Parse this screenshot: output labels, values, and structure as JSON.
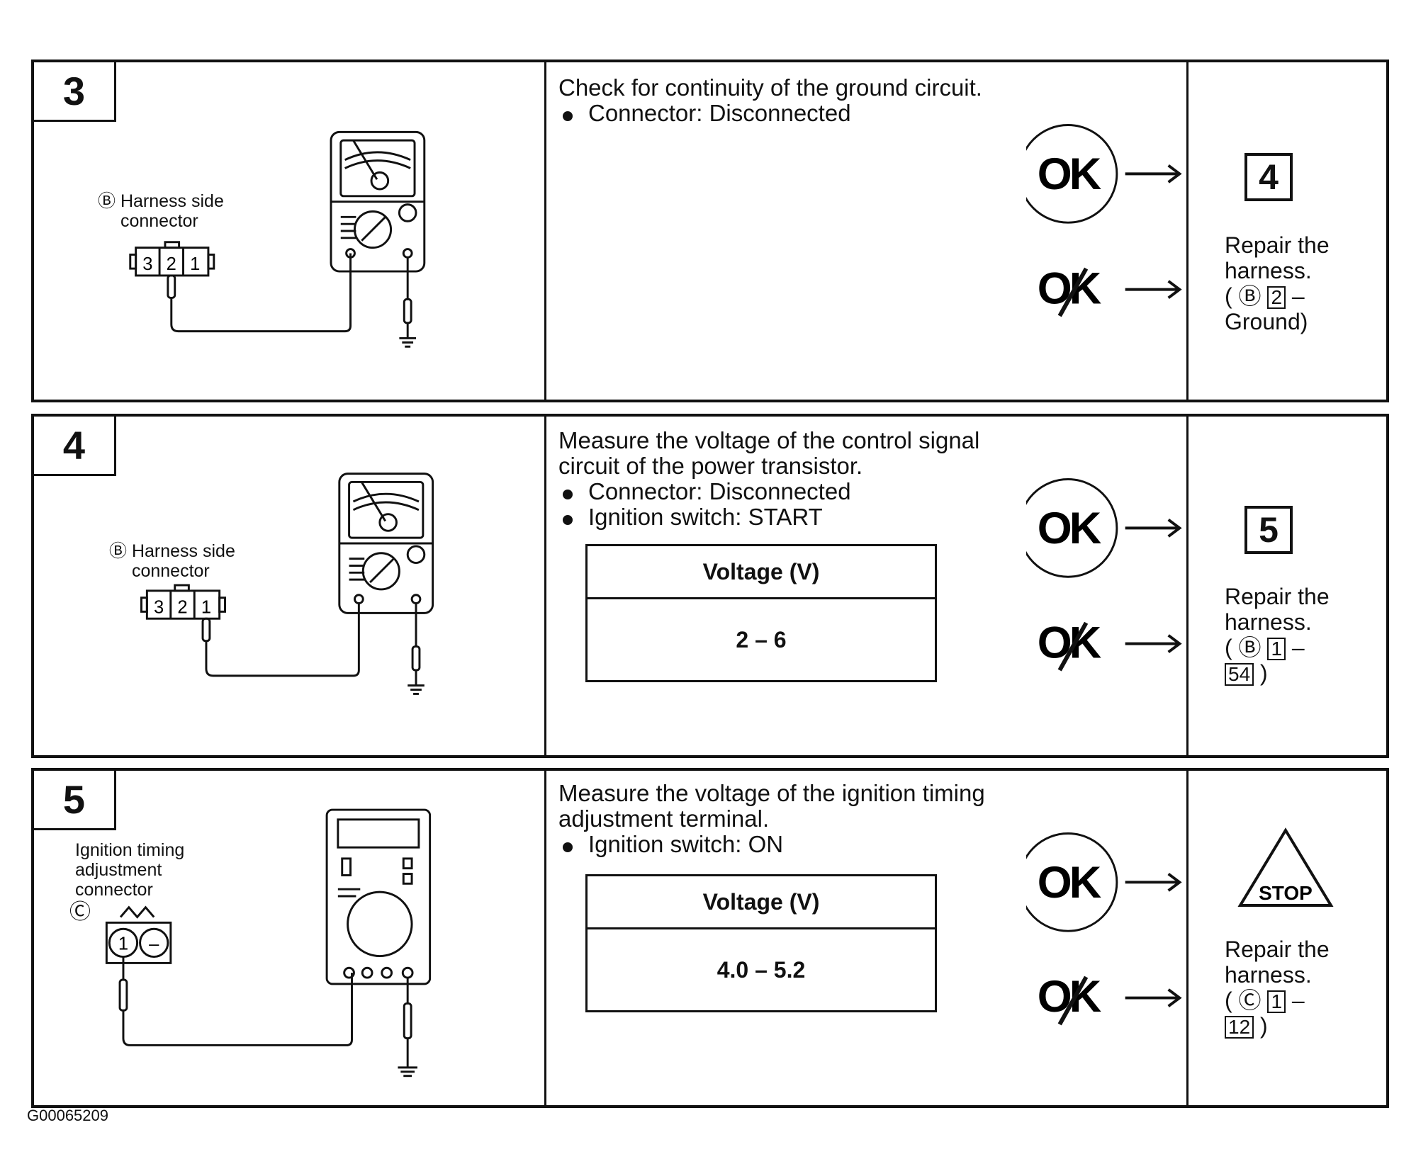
{
  "steps": [
    {
      "number": "3",
      "harness_label_letter": "Ⓑ",
      "harness_label": "Harness side connector",
      "pins": [
        "3",
        "2",
        "1"
      ],
      "instruction": "Check for continuity of the ground circuit.",
      "bullets": [
        "Connector: Disconnected"
      ],
      "ok_label": "OK",
      "ng_label": "OK",
      "next_step": "4",
      "repair": {
        "line1": "Repair the",
        "line2": "harness.",
        "ref_open": "(",
        "ref_letter": "Ⓑ",
        "ref_pin": "2",
        "dash": "–",
        "ref_end": "Ground)"
      }
    },
    {
      "number": "4",
      "harness_label_letter": "Ⓑ",
      "harness_label": "Harness side connector",
      "pins": [
        "3",
        "2",
        "1"
      ],
      "instruction": "Measure the voltage of the control signal circuit of the power transistor.",
      "bullets": [
        "Connector: Disconnected",
        "Ignition switch: START"
      ],
      "table_header": "Voltage (V)",
      "table_value": "2 – 6",
      "ok_label": "OK",
      "ng_label": "OK",
      "next_step": "5",
      "repair": {
        "line1": "Repair the",
        "line2": "harness.",
        "ref_open": "(",
        "ref_letter": "Ⓑ",
        "ref_pin": "1",
        "dash": "–",
        "ref_end_box": "54",
        "ref_close": ")"
      }
    },
    {
      "number": "5",
      "connector_label": "Ignition timing adjustment connector",
      "connector_letter": "Ⓒ",
      "connector_pins": [
        "1",
        "–"
      ],
      "instruction": "Measure the voltage of the ignition timing adjustment terminal.",
      "bullets": [
        "Ignition switch: ON"
      ],
      "table_header": "Voltage (V)",
      "table_value": "4.0 – 5.2",
      "ok_label": "OK",
      "ng_label": "OK",
      "stop_label": "STOP",
      "repair": {
        "line1": "Repair the",
        "line2": "harness.",
        "ref_open": "(",
        "ref_letter": "Ⓒ",
        "ref_pin": "1",
        "dash": "–",
        "ref_end_box": "12",
        "ref_close": ")"
      }
    }
  ],
  "doc_id": "G00065209"
}
